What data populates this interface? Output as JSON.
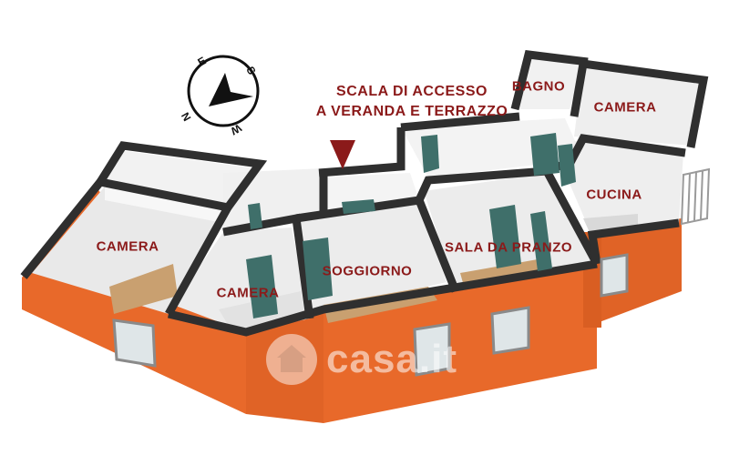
{
  "compass": {
    "letters": [
      "N",
      "E",
      "S",
      "W"
    ]
  },
  "labels": {
    "access_stair_line1": "SCALA DI ACCESSO",
    "access_stair_line2": "A VERANDA E TERRAZZO",
    "bagno": "BAGNO",
    "camera_top_right": "CAMERA",
    "cucina": "CUCINA",
    "camera_left": "CAMERA",
    "camera_center": "CAMERA",
    "soggiorno": "SOGGIORNO",
    "sala_da_pranzo": "SALA DA PRANZO"
  },
  "watermark": {
    "text": "casa.it",
    "icon": "house-icon"
  },
  "colors": {
    "exterior_wall": "#e8692a",
    "wall_top": "#2f2f2f",
    "floor_wood": "#c9a070",
    "door": "#3f6f6a",
    "label_text": "#8b1a1a",
    "arrow": "#8b1a1a"
  }
}
